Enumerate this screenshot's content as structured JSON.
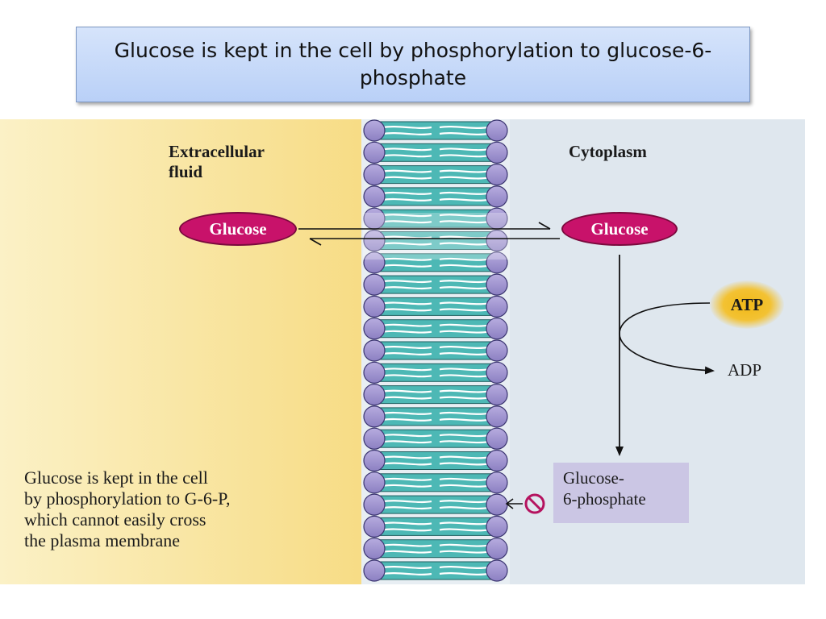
{
  "slide": {
    "title": "Glucose is kept in the cell by phosphorylation to glucose-6-phosphate"
  },
  "diagram": {
    "extracellular_label_line1": "Extracellular",
    "extracellular_label_line2": "fluid",
    "cytoplasm_label": "Cytoplasm",
    "glucose_outside": "Glucose",
    "glucose_inside": "Glucose",
    "atp": "ATP",
    "adp": "ADP",
    "g6p_line1": "Glucose-",
    "g6p_line2": "6-phosphate",
    "caption_lines": [
      "Glucose is kept in the cell",
      "by phosphorylation to G-6-P,",
      "which cannot easily cross",
      "the plasma membrane"
    ],
    "colors": {
      "extracellular": "#f7e08c",
      "cytoplasm": "#dfe7ee",
      "lipid_head": "#9f93cf",
      "membrane_core": "#4db8b5",
      "glucose_pill": "#c8126a",
      "atp_glow": "#f0b817",
      "g6p_box": "#cbc6e4",
      "blocked_symbol": "#b5135f"
    },
    "icons": {
      "blocked": "prohibition-icon",
      "transport": "double-arrow-icon"
    }
  }
}
